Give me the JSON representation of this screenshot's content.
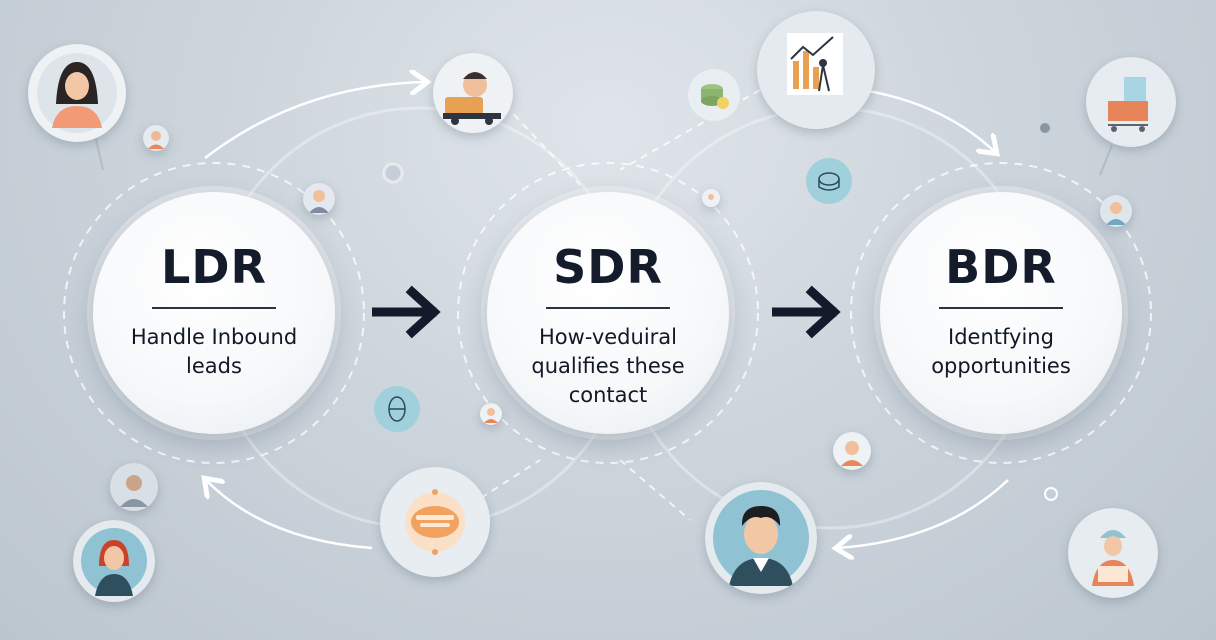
{
  "nodes": {
    "ldr": {
      "title": "LDR",
      "desc": "Handle Inbound leads"
    },
    "sdr": {
      "title": "SDR",
      "desc": "How-veduiral qualifies these contact"
    },
    "bdr": {
      "title": "BDR",
      "desc": "Identfying opportunities"
    }
  },
  "colors": {
    "arrow": "#121a2c",
    "accent_teal": "#9fd0dc",
    "accent_orange": "#f0a070"
  },
  "icons": [
    "person-avatar-icon",
    "chart-icon",
    "cart-icon",
    "globe-icon",
    "coins-icon",
    "badge-icon"
  ]
}
